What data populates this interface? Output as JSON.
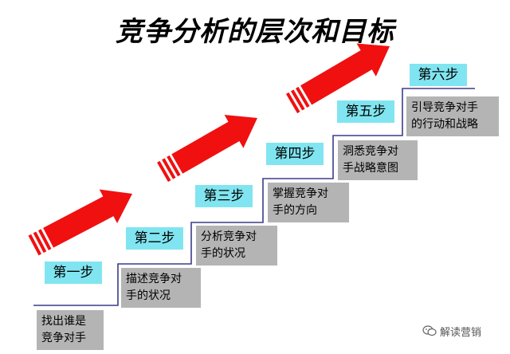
{
  "title": "竞争分析的层次和目标",
  "colors": {
    "arrow": "#f01010",
    "step_label_bg": "#80e5f0",
    "description_bg": "#b4b4b4",
    "stair_line": "#3c3c8c"
  },
  "steps": [
    {
      "label": "第一步",
      "description_lines": [
        "找出谁是",
        "竞争对手"
      ]
    },
    {
      "label": "第二步",
      "description_lines": [
        "描述竞争对",
        "手的状况"
      ]
    },
    {
      "label": "第三步",
      "description_lines": [
        "分析竞争对",
        "手的状况"
      ]
    },
    {
      "label": "第四步",
      "description_lines": [
        "掌握竞争对",
        "手的方向"
      ]
    },
    {
      "label": "第五步",
      "description_lines": [
        "洞悉竞争对",
        "手战略意图"
      ]
    },
    {
      "label": "第六步",
      "description_lines": [
        "引导竞争对手",
        "的行动和战略"
      ]
    }
  ],
  "watermark": {
    "text": "解读营销",
    "icon": "wechat-icon"
  }
}
